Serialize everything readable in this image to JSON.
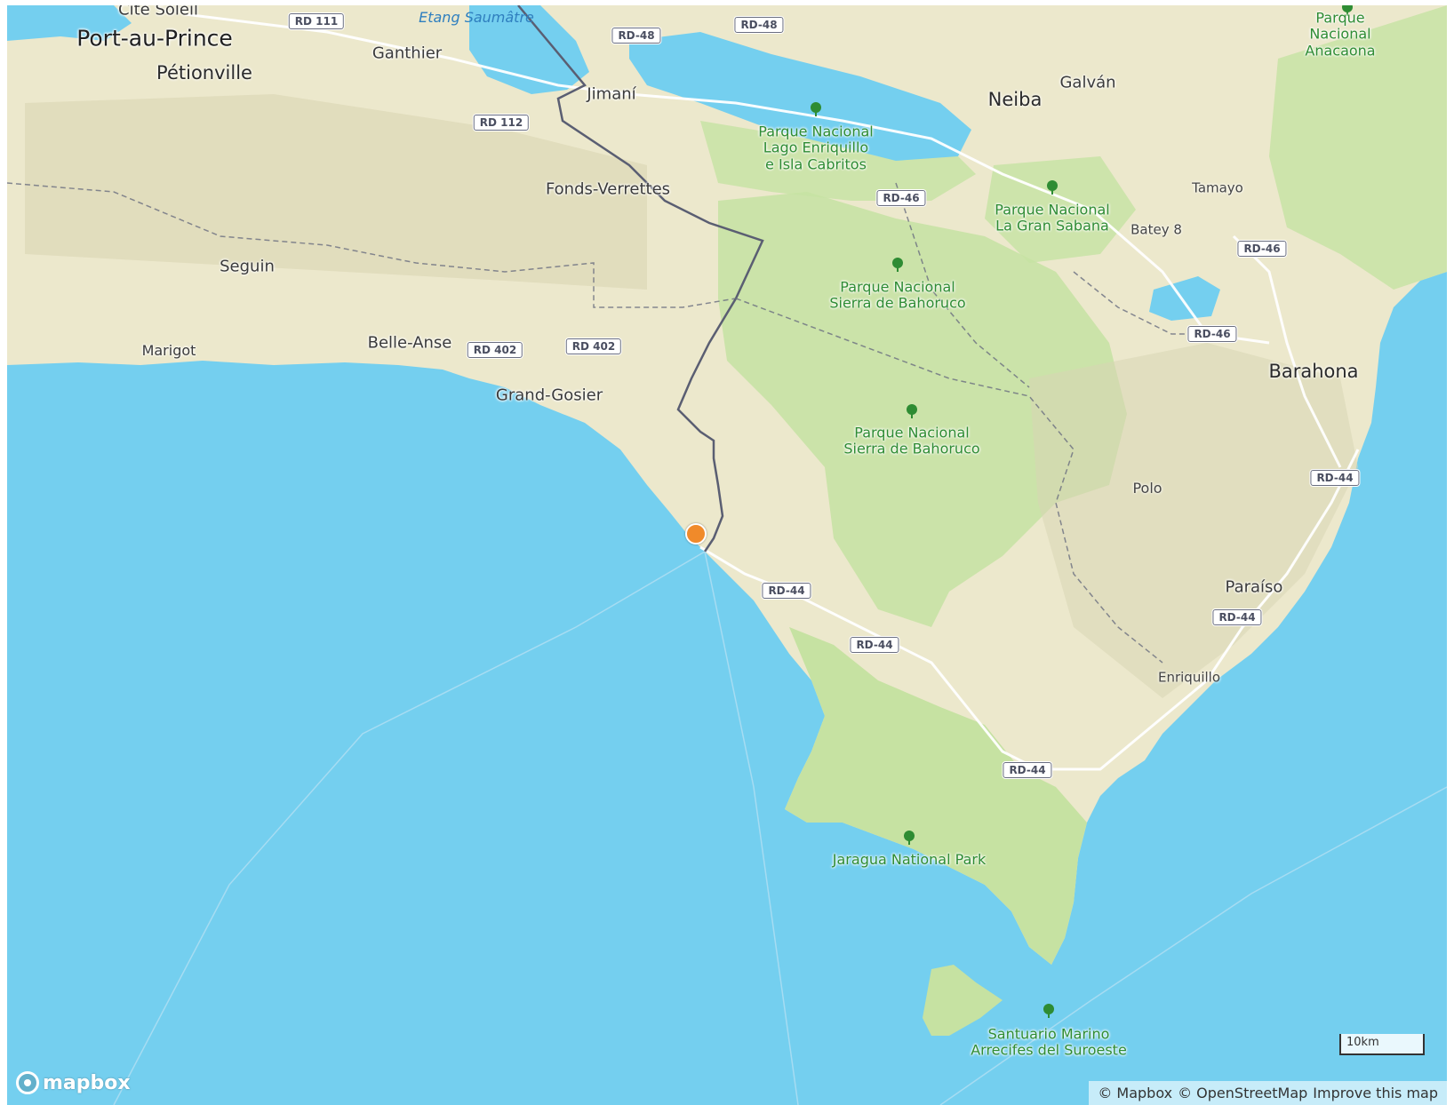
{
  "places": {
    "cite_soleil": "Cité Soleil",
    "port_au_prince": "Port-au-Prince",
    "petionville": "Pétionville",
    "ganthier": "Ganthier",
    "jimani": "Jimaní",
    "fonds_verrettes": "Fonds-Verrettes",
    "seguin": "Seguin",
    "marigot": "Marigot",
    "belle_anse": "Belle-Anse",
    "grand_gosier": "Grand-Gosier",
    "neiba": "Neiba",
    "galvan": "Galván",
    "tamayo": "Tamayo",
    "batey8": "Batey 8",
    "barahona": "Barahona",
    "polo": "Polo",
    "paraiso": "Paraíso",
    "enriquillo": "Enriquillo"
  },
  "water": {
    "etang": "Etang Saumâtre"
  },
  "parks": {
    "anacaona": "Parque Nacional\nAnacaona",
    "lago_enriquillo": "Parque Nacional\nLago Enriquillo\ne Isla Cabritos",
    "gran_sabana": "Parque Nacional\nLa Gran Sabana",
    "bahoruco1": "Parque Nacional\nSierra de Bahoruco",
    "bahoruco2": "Parque Nacional\nSierra de Bahoruco",
    "jaragua": "Jaragua National Park",
    "santuario": "Santuario Marino\nArrecifes del Suroeste"
  },
  "roads": {
    "rd111": "RD 111",
    "rd48a": "RD-48",
    "rd48b": "RD-48",
    "rd112": "RD 112",
    "rd46a": "RD-46",
    "rd46b": "RD-46",
    "rd46c": "RD-46",
    "rd402a": "RD 402",
    "rd402b": "RD 402",
    "rd44a": "RD-44",
    "rd44b": "RD-44",
    "rd44c": "RD-44",
    "rd44d": "RD-44",
    "rd44e": "RD-44"
  },
  "icons": {
    "park": "tree-icon",
    "logo": "mapbox-logo-icon",
    "marker": "location-marker"
  },
  "colors": {
    "water": "#74cfef",
    "land": "#ece8cc",
    "park": "#c6e2a2",
    "marker": "#f08a2a",
    "border": "#5a5e72"
  },
  "scale": {
    "label": "10km"
  },
  "logo": {
    "text": "mapbox"
  },
  "attribution": {
    "mapbox": "© Mapbox",
    "osm": "© OpenStreetMap",
    "improve": "Improve this map"
  }
}
